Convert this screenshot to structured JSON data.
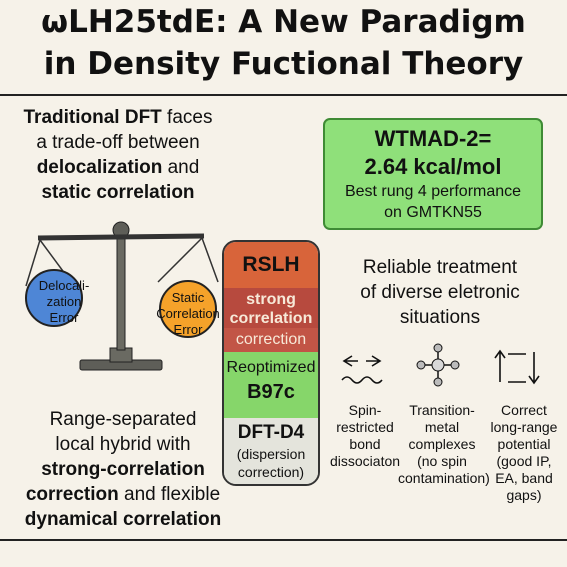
{
  "title": {
    "line1": "ωLH25tdE: A New Paradigm",
    "line2": "in Density Fuctional Theory"
  },
  "left_top": {
    "t1_bold": "Traditional DFT",
    "t1_rest": " faces",
    "t2": "a trade-off between",
    "t3_bold": "delocalization",
    "t3_rest": "  and",
    "t4_bold": "static correlation"
  },
  "scale": {
    "left_pan": [
      "Delocali-",
      "zation",
      "Error"
    ],
    "right_pan": [
      "Static",
      "Correlation",
      "Error"
    ],
    "colors": {
      "left": "#4e86d6",
      "right": "#f5a22a"
    }
  },
  "stack": {
    "rslh": "RSLH",
    "strong": [
      "strong",
      "correlation"
    ],
    "correction": "correction",
    "reopt": "Reoptimized",
    "b97c": "B97c",
    "d4": "DFT-D4",
    "disp": [
      "(dispersion",
      "correction)"
    ],
    "colors": {
      "rslh": "#d8643a",
      "strong": "#b74a3e",
      "reopt": "#86d66a",
      "d4": "#e4e4dc"
    }
  },
  "wtmad": {
    "line1": "WTMAD-2=",
    "line2": "2.64 kcal/mol",
    "line3": "Best rung 4 performance",
    "line4": "on GMTKN55"
  },
  "reliable": [
    "Reliable treatment",
    "of diverse eletronic",
    "situations"
  ],
  "icons": [
    {
      "name": "bond-dissociation-icon",
      "lines": [
        "Spin-",
        "restricted",
        "bond",
        "dissociaton"
      ]
    },
    {
      "name": "transition-metal-complex-icon",
      "lines": [
        "Transition-",
        "metal",
        "complexes",
        "(no spin",
        "contamination)"
      ]
    },
    {
      "name": "long-range-potential-icon",
      "lines": [
        "Correct",
        "long-range",
        "potential",
        "(good IP,",
        "EA, band",
        "gaps)"
      ]
    }
  ],
  "left_bottom": {
    "l1": "Range-separated",
    "l2": "local hybrid with",
    "l3_bold": "strong-correlation",
    "l4_bold": "correction",
    "l4_rest": " and flexible",
    "l5_bold": "dynamical correlation"
  }
}
